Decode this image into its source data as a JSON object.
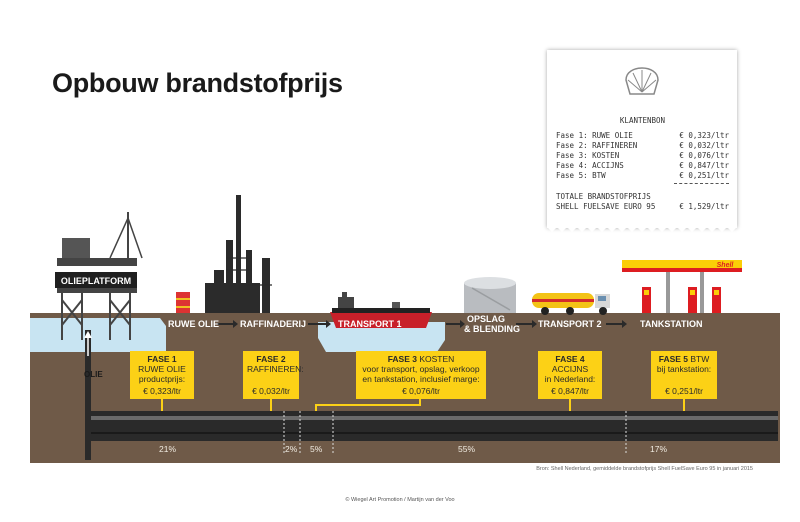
{
  "title": "Opbouw brandstofprijs",
  "labels": {
    "olieplatform": "OLIEPLATFORM",
    "olie": "OLIE",
    "shell_sign": "Shell"
  },
  "stages": [
    "RUWE OLIE",
    "RAFFINADERIJ",
    "TRANSPORT 1",
    "OPSLAG",
    "& BLENDING",
    "TRANSPORT 2",
    "TANKSTATION"
  ],
  "phases": [
    {
      "title": "FASE 1",
      "name": "RUWE OLIE",
      "desc": [
        "productprijs:"
      ],
      "price": "€ 0,323/ltr"
    },
    {
      "title": "FASE 2",
      "name": "",
      "desc": [
        "RAFFINEREN:"
      ],
      "price": "€ 0,032/ltr"
    },
    {
      "title": "FASE 3",
      "name": "KOSTEN",
      "desc": [
        "voor transport, opslag, verkoop",
        "en tankstation, inclusief marge:"
      ],
      "price": "€ 0,076/ltr"
    },
    {
      "title": "FASE 4",
      "name": "ACCIJNS",
      "desc": [
        "in Nederland:"
      ],
      "price": "€ 0,847/ltr"
    },
    {
      "title": "FASE 5",
      "name": "BTW",
      "desc": [
        "bij tankstation:"
      ],
      "price": "€ 0,251/ltr"
    }
  ],
  "percentages": [
    "21%",
    "2%",
    "5%",
    "55%",
    "17%"
  ],
  "receipt": {
    "header": "KLANTENBON",
    "lines": [
      {
        "label": "Fase 1: RUWE OLIE",
        "value": "€ 0,323/ltr"
      },
      {
        "label": "Fase 2: RAFFINEREN",
        "value": "€ 0,032/ltr"
      },
      {
        "label": "Fase 3: KOSTEN",
        "value": "€ 0,076/ltr"
      },
      {
        "label": "Fase 4: ACCIJNS",
        "value": "€ 0,847/ltr"
      },
      {
        "label": "Fase 5: BTW",
        "value": "€ 0,251/ltr"
      }
    ],
    "total_label": "TOTALE BRANDSTOFPRIJS",
    "product": "SHELL FUELSAVE EURO 95",
    "total_value": "€ 1,529/ltr"
  },
  "source": "Bron: Shell Nederland, gemiddelde brandstofprijs Shell FuelSave Euro 95 in januari 2015",
  "credit": "© Wiegel Art Promotion / Martijn van der Voo",
  "colors": {
    "ground": "#6f5a48",
    "water": "#c8e4f2",
    "phase_box": "#fcd116",
    "industry": "#2b2b2b",
    "shell_red": "#dd1d21",
    "shell_yellow": "#fbce07",
    "pipe": "#2a2a2a"
  }
}
